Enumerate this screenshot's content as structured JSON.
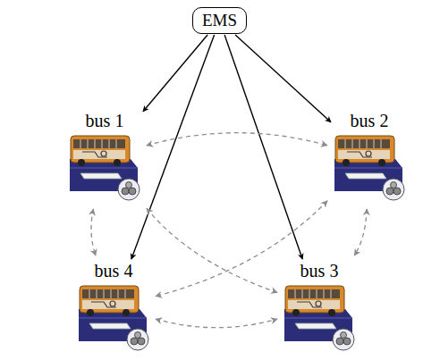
{
  "diagram": {
    "nodes": [
      {
        "text": [
          "EMS"
        ]
      },
      {
        "text": [
          "bus 1"
        ]
      },
      {
        "text": [
          "bus 2"
        ]
      },
      {
        "text": [
          "bus 4"
        ]
      },
      {
        "text": [
          "bus 3"
        ]
      }
    ],
    "edges": [
      {
        "from": 0,
        "to": 1,
        "arrow": "to"
      },
      {
        "from": 0,
        "to": 2,
        "arrow": "to"
      },
      {
        "from": 0,
        "to": 3,
        "arrow": "to"
      },
      {
        "from": 0,
        "to": 4,
        "arrow": "to"
      },
      {
        "from": 1,
        "to": 2,
        "arrow": "both"
      },
      {
        "from": 1,
        "to": 4,
        "arrow": "both"
      },
      {
        "from": 2,
        "to": 3,
        "arrow": "both"
      },
      {
        "from": 1,
        "to": 3,
        "arrow": "both"
      },
      {
        "from": 2,
        "to": 4,
        "arrow": "both"
      },
      {
        "from": 3,
        "to": 4,
        "arrow": "both"
      }
    ]
  }
}
